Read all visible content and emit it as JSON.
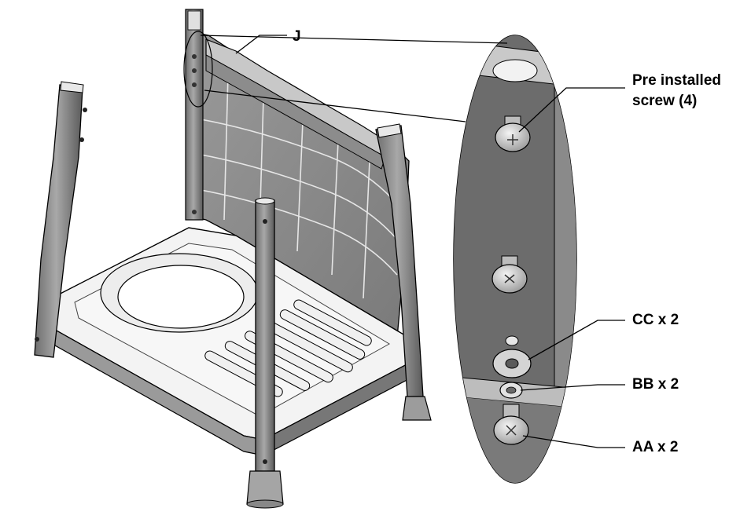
{
  "colors": {
    "outline": "#000000",
    "part_gray": "#8a8a8a",
    "part_dark": "#5c5c5c",
    "part_light": "#d9d9d9",
    "panel_gray": "#a0a0a0",
    "background": "#ffffff"
  },
  "labels": {
    "part_j": "J",
    "pre_installed_line1": "Pre installed",
    "pre_installed_line2": "screw (4)",
    "cc": "CC x 2",
    "bb": "BB x 2",
    "aa": "AA x 2"
  }
}
